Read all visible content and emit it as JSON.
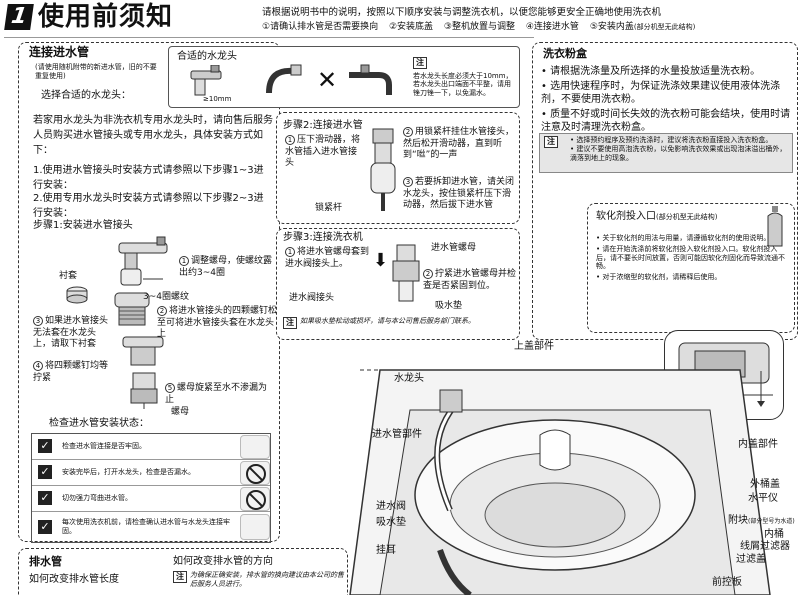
{
  "header": {
    "badge": "1",
    "title": "使用前须知",
    "intro": "请根据说明书中的说明，按照以下顺序安装与调整洗衣机，以便您能够更安全正确地使用洗衣机",
    "steps": [
      "①请确认排水管是否需要换向",
      "②安装底盖",
      "③整机放置与调整",
      "④连接进水管",
      "⑤安装内盖"
    ],
    "steps_note": "(部分机型无此结构)"
  },
  "inlet": {
    "title": "连接进水管",
    "small_note": "(请使用随机附带的新进水管，旧的不要重复使用)",
    "choose_label": "选择合适的水龙头：",
    "faucet_title": "合适的水龙头",
    "faucet_dim": "≥10mm",
    "faucet_note_tag": "注",
    "faucet_note": "若水龙头长度必须大于10mm，若水龙头出口端面不平整，请用锉刀锉一下，以免漏水。",
    "intro_para": "若家用水龙头为非洗衣机专用水龙头时，请向售后服务人员购买进水管接头或专用水龙头，具体安装方式如下：",
    "list1": "1.使用进水管接头时安装方式请参照以下步骤1~3进行安装：",
    "list2": "2.使用专用水龙头时安装方式请参照以下步骤2~3进行安装：",
    "step1_title": "步骤1:安装进水管接头",
    "lining_label": "衬套",
    "screws_label": "3~4圈螺纹",
    "s1": "调整螺母，使螺纹露出约3~4圈",
    "s2": "将进水管接头的四颗螺钉松至可将进水管接头套在水龙头上",
    "s3": "如果进水管接头无法套在水龙头上，请取下衬套",
    "s4": "将四颗螺钉均等拧紧",
    "s5": "螺母旋紧至水不渗漏为止",
    "nut_label": "螺母",
    "check_title": "检查进水管安装状态：",
    "checks": [
      "检查进水管连接是否牢固。",
      "安装完毕后，打开水龙头，检查是否漏水。",
      "切勿强力弯曲进水管。",
      "每次使用洗衣机前，请检查确认进水管与水龙头连接牢固。"
    ]
  },
  "step2": {
    "title": "步骤2:连接进水管",
    "a": "压下滑动器，将水管插入进水管接头",
    "b": "用锁紧杆挂住水管接头，然后松开滑动器，直到听到“咝”的一声",
    "c": "若要拆卸进水管，请关闭水龙头，按住锁紧杆压下滑动器，然后拔下进水管",
    "lock_label": "锁紧杆"
  },
  "step3": {
    "title": "步骤3:连接洗衣机",
    "a": "将进水管螺母套到进水阀接头上。",
    "b": "拧紧进水管螺母并检查是否紧固到位。",
    "nut_label": "进水管螺母",
    "valve_label": "进水阀接头",
    "pad_label": "吸水垫",
    "note_tag": "注",
    "note": "如果吸水垫松动或损坏，请与本公司售后服务部门联系。"
  },
  "drain": {
    "title": "排水管",
    "sub": "如何改变排水管长度",
    "dir_title": "如何改变排水管的方向",
    "note_tag": "注",
    "note": "为确保正确安装，排水管的换向建议由本公司的售后服务人员进行。"
  },
  "detergent": {
    "title": "洗衣粉盒",
    "bullets": [
      "请根据洗涤量及所选择的水量投放适量洗衣粉。",
      "选用快速程序时，为保证洗涤效果建议使用液体洗涤剂，不要使用洗衣粉。",
      "质量不好或时间长失效的洗衣粉可能会结块，使用时请注意及时清理洗衣粉盒。"
    ],
    "note_tag": "注",
    "notes": [
      "选择预约程序及预约洗涤时，建议将洗衣粉直接投入洗衣粉盒。",
      "建议不要使用高泡洗衣粉，以免影响洗衣效果或出现泡沫溢出桶外，滴落到地上的现象。"
    ]
  },
  "softener": {
    "title": "软化剂投入口",
    "title_note": "(部分机型无此结构)",
    "bullets": [
      "关于软化剂的用法与用量，请遵循软化剂的使用说明。",
      "请在开始洗涤前将软化剂投入软化剂投入口。软化剂投入后，请不要长时间放置，否则可能因软化剂固化而导致流通不畅。",
      "对于浓缩型的软化剂，请稀释后使用。"
    ]
  },
  "parts": {
    "upper_lid": "上盖部件",
    "faucet": "水龙头",
    "inlet_hose": "进水管部件",
    "inlet_valve": "进水阀",
    "pad": "吸水垫",
    "hook": "挂耳",
    "inner_lid": "内盖部件",
    "outer_cover": "外桶盖",
    "level": "水平仪",
    "accessory": "附块",
    "accessory_note": "(部分型号为水道)",
    "inner_tub": "内桶",
    "lint_filter": "线屑过滤器",
    "filter_cover": "过滤盖",
    "front_panel": "前控板"
  }
}
